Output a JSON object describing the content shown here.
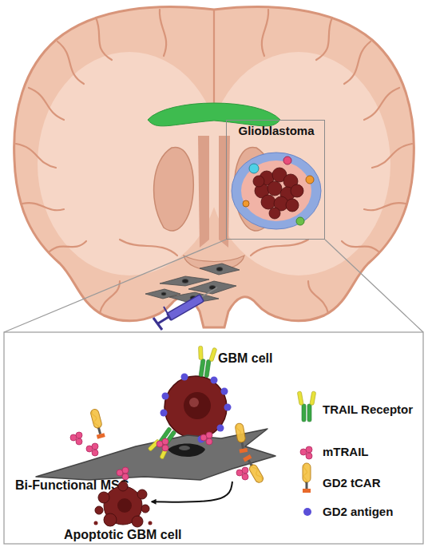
{
  "diagram": {
    "nodes": [
      {
        "text": [
          "Glioblastoma"
        ]
      },
      {
        "text": [
          "GBM cell"
        ]
      },
      {
        "text": [
          "Bi-Functional MSC"
        ]
      },
      {
        "text": [
          "Apoptotic GBM cell"
        ]
      }
    ],
    "edges": [
      {
        "from": 2,
        "to": 3,
        "arrow": "to"
      }
    ],
    "legend": [
      {
        "text": "TRAIL Receptor"
      },
      {
        "text": "mTRAIL"
      },
      {
        "text": "GD2 tCAR"
      },
      {
        "text": "GD2 antigen",
        "color": "#5a4fd8"
      }
    ]
  }
}
